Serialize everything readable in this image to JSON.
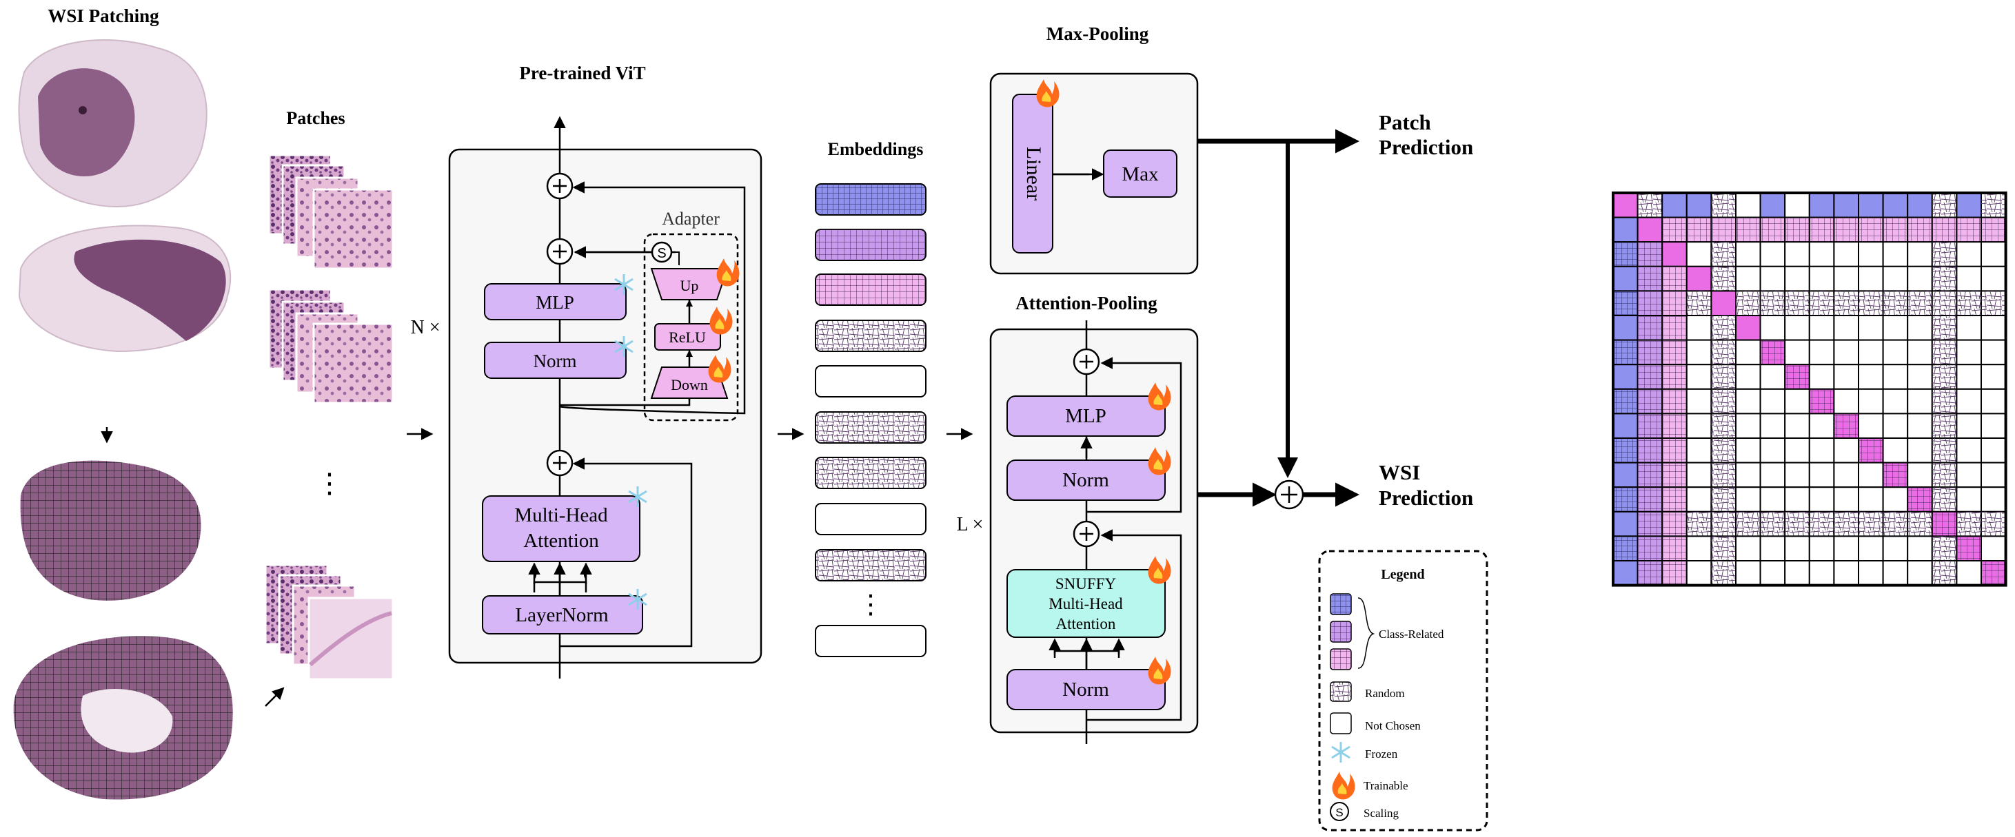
{
  "sections": {
    "wsi_patching": "WSI Patching",
    "patches": "Patches",
    "pretrained_vit": "Pre-trained ViT",
    "embeddings": "Embeddings",
    "max_pooling": "Max-Pooling",
    "attention_pooling": "Attention-Pooling"
  },
  "vit": {
    "repeat": "N ×",
    "mlp": "MLP",
    "norm": "Norm",
    "mha_line1": "Multi-Head",
    "mha_line2": "Attention",
    "layernorm": "LayerNorm",
    "adapter": {
      "title": "Adapter",
      "scaling": "S",
      "up": "Up",
      "relu": "ReLU",
      "down": "Down"
    }
  },
  "max_pool": {
    "linear": "Linear",
    "max": "Max"
  },
  "attn_pool": {
    "repeat": "L ×",
    "mlp": "MLP",
    "norm_top": "Norm",
    "snuffy_line1": "SNUFFY",
    "snuffy_line2": "Multi-Head",
    "snuffy_line3": "Attention",
    "norm_bottom": "Norm"
  },
  "outputs": {
    "patch_line1": "Patch",
    "patch_line2": "Prediction",
    "wsi_line1": "WSI",
    "wsi_line2": "Prediction"
  },
  "misc": {
    "vdots": "⋮"
  },
  "legend": {
    "title": "Legend",
    "class_related": "Class-Related",
    "random": "Random",
    "not_chosen": "Not Chosen",
    "frozen": "Frozen",
    "trainable": "Trainable",
    "scaling_symbol": "S",
    "scaling": "Scaling"
  },
  "colors": {
    "purple_box": "#d7b6f7",
    "blue_cls": "#8e92ee",
    "purple_cls": "#c79aee",
    "pink_cls": "#f1b6ee",
    "magenta": "#ea6de6",
    "snuffy": "#b7f7ee",
    "panel_bg": "#f7f7f7",
    "tissue": "#8e5f86",
    "fire": "#ff6a1a",
    "frozen": "#8ecfe9"
  },
  "icons": [
    "frozen-snowflake-icon",
    "trainable-fire-icon",
    "scaling-circle-icon",
    "plus-circle-icon"
  ]
}
